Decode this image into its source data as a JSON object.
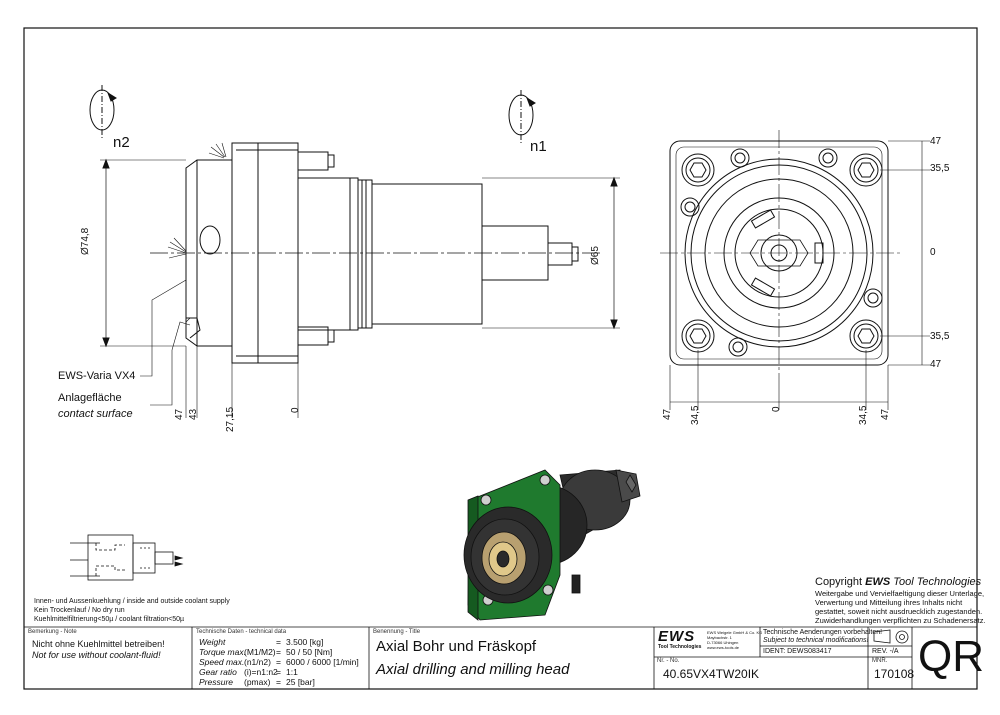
{
  "drawing": {
    "rotation_labels": {
      "left": "n2",
      "right": "n1"
    },
    "side_view_dims": {
      "diameter_left": "Ø74,8",
      "diameter_right": "Ø65",
      "bottom": [
        "47",
        "43",
        "27,15",
        "0"
      ]
    },
    "callouts": {
      "ews_varia": "EWS-Varia VX4",
      "anlage_de": "Anlagefläche",
      "anlage_en": "contact surface"
    },
    "front_view_dims": {
      "right": [
        "47",
        "35,5",
        "0",
        "35,5",
        "47"
      ],
      "bottom": [
        "47",
        "34,5",
        "0",
        "34,5",
        "47"
      ]
    },
    "coolant_notes": [
      "Innen- und Aussenkuehlung / inside and outside coolant supply",
      "Kein Trockenlauf / No dry run",
      "Kuehlmittelfiltrierung<50µ / coolant filtration<50µ"
    ],
    "copyright": {
      "prefix": "Copyright ",
      "brand": "EWS",
      "suffix": " Tool Technologies",
      "lines": [
        "Weitergabe und Vervielfaeltigung dieser Unterlage,",
        "Verwertung und Mitteilung ihres Inhalts nicht",
        "gestattet, soweit nicht ausdruecklich zugestanden.",
        "Zuwiderhandlungen verpflichten zu Schadenersatz."
      ]
    }
  },
  "title_block": {
    "note_header": "Bemerkung - Note",
    "note_de": "Nicht ohne Kuehlmittel betreiben!",
    "note_en": "Not for use without coolant-fluid!",
    "tech_header": "Technische Daten - technical data",
    "tech_rows": [
      {
        "label": "Weight",
        "sym": "",
        "eq": "=",
        "value": "3.500 [kg]"
      },
      {
        "label": "Torque max.",
        "sym": "(M1/M2)",
        "eq": "=",
        "value": "50 / 50 [Nm]"
      },
      {
        "label": "Speed max.",
        "sym": "(n1/n2)",
        "eq": "=",
        "value": "6000 / 6000 [1/min]"
      },
      {
        "label": "Gear ratio",
        "sym": "(i)=n1:n2",
        "eq": "=",
        "value": "1:1"
      },
      {
        "label": "Pressure",
        "sym": "(pmax)",
        "eq": "=",
        "value": "25 [bar]"
      }
    ],
    "title_header": "Benennung - Title",
    "title_de": "Axial Bohr und Fräskopf",
    "title_en": "Axial drilling and milling head",
    "company": {
      "logo": "EWS",
      "logo_sub": "Tool Technologies",
      "address": [
        "EWS Weigele GmbH & Co. KG",
        "Maybachstr. 1",
        "D-73066 Uhingen",
        "www.ews-tools.de"
      ]
    },
    "nr_label": "Nr. - No.",
    "part_number": "40.65VX4TW20IK",
    "change_notes": [
      "Technische Aenderungen vorbehalten!",
      "Subject to technical modifications!"
    ],
    "ident_label": "IDENT:",
    "ident_value": "DEWS083417",
    "rev_label": "REV.",
    "rev_value": "-/A",
    "mnr_label": "MNR.",
    "mnr_value": "170108",
    "qr_label": "QR"
  },
  "colors": {
    "line": "#111111",
    "green_flange": "#1f7a2e",
    "dark_steel": "#2a2a2a"
  }
}
